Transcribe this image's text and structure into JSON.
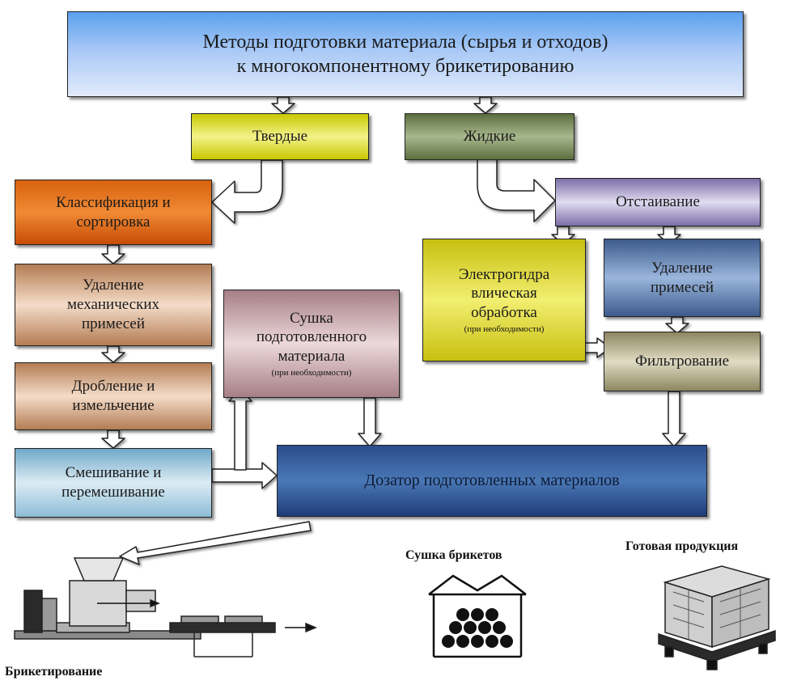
{
  "title": {
    "line1": "Методы подготовки материала (сырья и отходов)",
    "line2": "к многокомпонентному брикетированию"
  },
  "categories": {
    "solid": "Твердые",
    "liquid": "Жидкие"
  },
  "solid_steps": {
    "classification": {
      "line1": "Классификация и",
      "line2": "сортировка"
    },
    "removal_mech": {
      "line1": "Удаление",
      "line2": "механических",
      "line3": "примесей"
    },
    "crushing": {
      "line1": "Дробление и",
      "line2": "измельчение"
    },
    "mixing": {
      "line1": "Смешивание и",
      "line2": "перемешивание"
    }
  },
  "drying_material": {
    "line1": "Сушка",
    "line2": "подготовленного",
    "line3": "материала",
    "note": "(при необходимости)"
  },
  "liquid_steps": {
    "settling": "Отстаивание",
    "electro": {
      "line1": "Электрогидра",
      "line2": "влическая",
      "line3": "обработка",
      "note": "(при необходимости)"
    },
    "impurity_removal": {
      "line1": "Удаление",
      "line2": "примесей"
    },
    "filtration": "Фильтрование"
  },
  "dispenser": "Дозатор подготовленных материалов",
  "bottom": {
    "briquetting": "Брикетирование",
    "briquette_drying": "Сушка брикетов",
    "finished_product": "Готовая продукция"
  },
  "colors": {
    "title_gradient": [
      "#5aa0ee",
      "#dde8fb"
    ],
    "solid": [
      "#c8c800",
      "#f2f28a"
    ],
    "liquid": [
      "#5c6e3e",
      "#a8b88e"
    ],
    "classification": [
      "#c84c06",
      "#f08a34"
    ],
    "beige": [
      "#b47c54",
      "#f4dcc8"
    ],
    "mixing": [
      "#6fa8c8",
      "#dcecf4"
    ],
    "drying": [
      "#a67e86",
      "#ecd8da"
    ],
    "settling": [
      "#7c6ea8",
      "#e0dcf0"
    ],
    "electro": [
      "#c8c010",
      "#f2ee70"
    ],
    "impurity": [
      "#3c5a8c",
      "#9ab6dc"
    ],
    "filtration": [
      "#8c8660",
      "#e0dcc4"
    ],
    "dispenser": [
      "#1e3c78",
      "#4a78b6"
    ]
  }
}
